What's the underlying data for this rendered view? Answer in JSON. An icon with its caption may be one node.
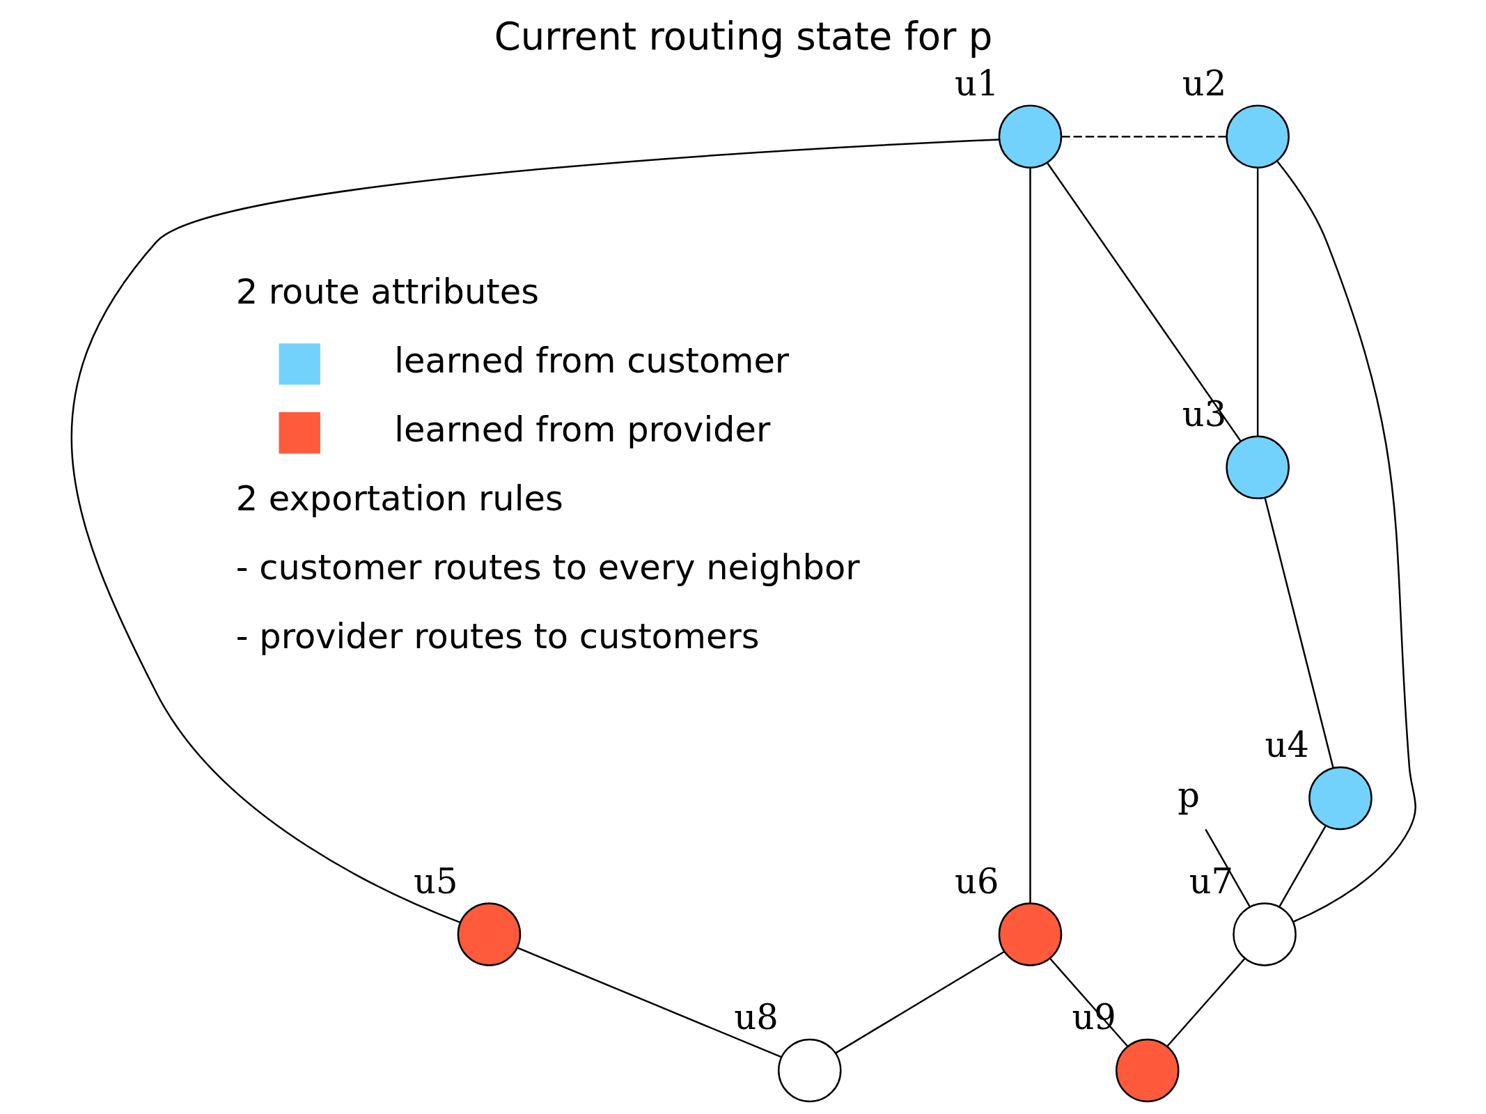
{
  "diagram": {
    "title": "Current routing state for p",
    "nodes": [
      {
        "text": [],
        "shape": "circle",
        "beside": [
          "u1"
        ]
      },
      {
        "text": [],
        "shape": "circle",
        "beside": [
          "u2"
        ]
      },
      {
        "text": [],
        "shape": "circle",
        "beside": [
          "u3"
        ]
      },
      {
        "text": [],
        "shape": "circle",
        "beside": [
          "u4"
        ]
      },
      {
        "text": [
          "p"
        ]
      },
      {
        "text": [],
        "shape": "circle",
        "beside": [
          "u5"
        ]
      },
      {
        "text": [],
        "shape": "circle",
        "beside": [
          "u6"
        ]
      },
      {
        "text": [],
        "shape": "circle",
        "beside": [
          "u7"
        ]
      },
      {
        "text": [],
        "shape": "circle",
        "beside": [
          "u8"
        ]
      },
      {
        "text": [],
        "shape": "circle",
        "beside": [
          "u9"
        ]
      }
    ],
    "edges": [
      {
        "from": 0,
        "to": 1,
        "arrow": "none",
        "style": "dashed"
      },
      {
        "from": 0,
        "to": 2,
        "arrow": "none"
      },
      {
        "from": 2,
        "to": 1,
        "arrow": "none"
      },
      {
        "from": 2,
        "to": 3,
        "arrow": "none"
      },
      {
        "from": 1,
        "to": 7,
        "arrow": "none"
      },
      {
        "from": 3,
        "to": 7,
        "arrow": "none"
      },
      {
        "from": 4,
        "to": 7,
        "arrow": "none"
      },
      {
        "from": 0,
        "to": 5,
        "arrow": "none"
      },
      {
        "from": 0,
        "to": 6,
        "arrow": "none"
      },
      {
        "from": 5,
        "to": 8,
        "arrow": "none"
      },
      {
        "from": 6,
        "to": 8,
        "arrow": "none"
      },
      {
        "from": 6,
        "to": 9,
        "arrow": "none"
      },
      {
        "from": 7,
        "to": 9,
        "arrow": "none"
      }
    ],
    "labels": [
      "2 route attributes",
      "2 exportation rules",
      "- customer routes to every neighbor",
      "- provider routes to customers"
    ],
    "legend": [
      {
        "text": "learned from customer",
        "color": "#73d2fb"
      },
      {
        "text": "learned from provider",
        "color": "#ff5a3c"
      }
    ]
  }
}
